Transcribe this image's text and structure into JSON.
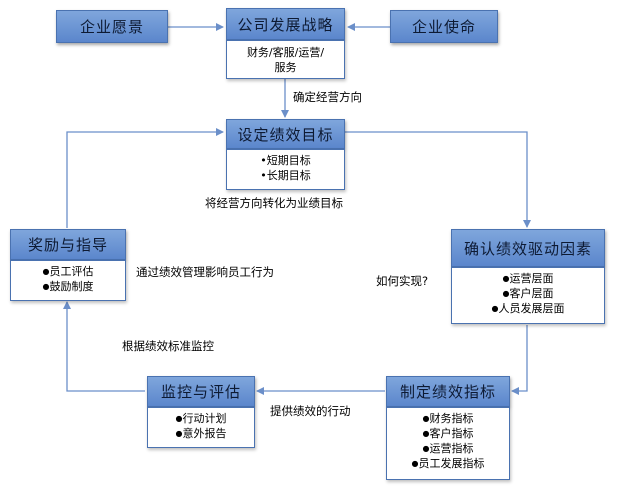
{
  "nodes": {
    "vision": {
      "title": "企业愿景"
    },
    "mission": {
      "title": "企业使命"
    },
    "strategy": {
      "title": "公司发展战略",
      "body": [
        "财务/客服/运营/",
        "服务"
      ]
    },
    "goals": {
      "title": "设定绩效目标",
      "items": [
        "短期目标",
        "长期目标"
      ]
    },
    "drivers": {
      "title": "确认绩效驱动因素",
      "items": [
        "运营层面",
        "客户层面",
        "人员发展层面"
      ]
    },
    "indicators": {
      "title": "制定绩效指标",
      "items": [
        "财务指标",
        "客户指标",
        "运营指标",
        "员工发展指标"
      ]
    },
    "monitor": {
      "title": "监控与评估",
      "items": [
        "行动计划",
        "意外报告"
      ]
    },
    "reward": {
      "title": "奖励与指导",
      "items": [
        "员工评估",
        "鼓励制度"
      ]
    }
  },
  "labels": {
    "determine_direction": "确定经营方向",
    "convert_direction": "将经营方向转化为业绩目标",
    "how_realize": "如何实现?",
    "provide_actions": "提供绩效的行动",
    "monitor_by_standard": "根据绩效标准监控",
    "influence_behavior": "通过绩效管理影响员工行为"
  },
  "colors": {
    "header_fill": "#6f98d6",
    "border": "#4a72b0",
    "arrow": "#6b8fc9"
  }
}
